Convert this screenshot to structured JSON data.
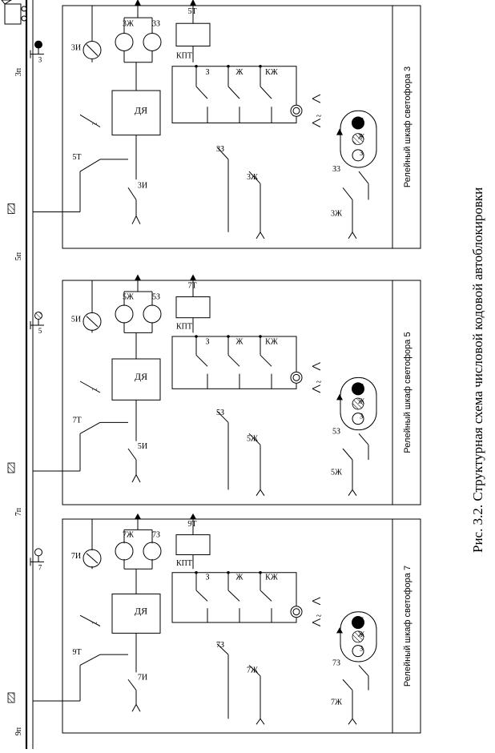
{
  "caption": "Рис. 3.2. Структурная схема числовой кодовой автоблокировки",
  "track_sections": [
    "3п",
    "5п",
    "7п",
    "9п"
  ],
  "signals": {
    "3": {
      "label": "3"
    },
    "5": {
      "label": "5"
    },
    "7": {
      "label": "7"
    }
  },
  "cabinets": [
    {
      "id": "cab3",
      "title": "Релейный шкаф светофора 3",
      "transmitter_relay": "5Т",
      "track_relay": "3И",
      "relay_3zh": "3Ж",
      "relay_3z": "3З",
      "relay_i_contact": "3И",
      "contact_t": "5Т",
      "kpt": "КПТ",
      "dya": "ДЯ",
      "contacts": [
        "З",
        "Ж",
        "КЖ"
      ],
      "chain_z": "3З",
      "chain_zh": "3Ж",
      "lamp_z": "З3",
      "lamp_zh": "3Ж",
      "lamps": [
        "З",
        "Ж",
        "К"
      ]
    },
    {
      "id": "cab5",
      "title": "Релейный шкаф светофора 5",
      "transmitter_relay": "7Т",
      "track_relay": "5И",
      "relay_3zh": "5Ж",
      "relay_3z": "5З",
      "relay_i_contact": "5И",
      "contact_t": "7Т",
      "kpt": "КПТ",
      "dya": "ДЯ",
      "contacts": [
        "З",
        "Ж",
        "КЖ"
      ],
      "chain_z": "5З",
      "chain_zh": "5Ж",
      "lamp_z": "5З",
      "lamp_zh": "5Ж",
      "lamps": [
        "З",
        "Ж",
        "К"
      ]
    },
    {
      "id": "cab7",
      "title": "Релейный шкаф светофора 7",
      "transmitter_relay": "9Т",
      "track_relay": "7И",
      "relay_3zh": "7Ж",
      "relay_3z": "7З",
      "relay_i_contact": "7И",
      "contact_t": "9Т",
      "kpt": "КПТ",
      "dya": "ДЯ",
      "contacts": [
        "З",
        "Ж",
        "КЖ"
      ],
      "chain_z": "7З",
      "chain_zh": "7Ж",
      "lamp_z": "7З",
      "lamp_zh": "7Ж",
      "lamps": [
        "З",
        "Ж",
        "К"
      ]
    }
  ],
  "ac_symbol": "~"
}
